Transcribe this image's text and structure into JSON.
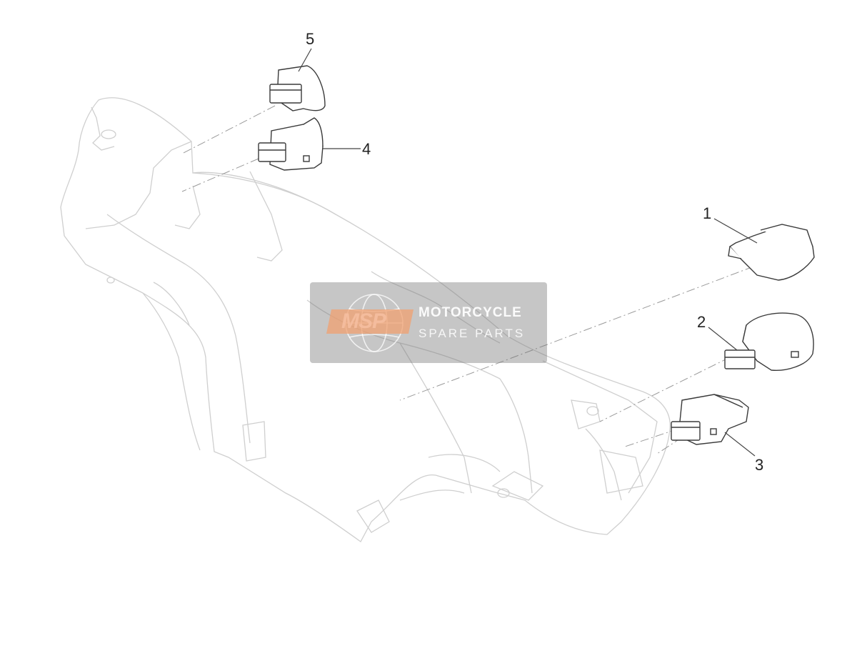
{
  "diagram": {
    "part_labels": [
      "1",
      "2",
      "3",
      "4",
      "5"
    ]
  },
  "watermark": {
    "logo_text": "MSP",
    "line1": "MOTORCYCLE",
    "line2": "SPARE PARTS"
  },
  "colors": {
    "outline": "#cfcfcf",
    "part_outline": "#3a3a3a",
    "leader": "#555555",
    "accent_watermark": "#f0a070"
  }
}
